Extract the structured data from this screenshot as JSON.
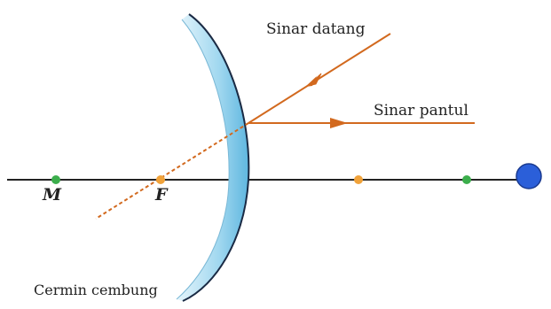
{
  "labels": {
    "incident_ray": "Sinar datang",
    "reflected_ray": "Sinar pantul",
    "mirror": "Cermin cembung",
    "point_m": "M",
    "point_f": "F"
  },
  "colors": {
    "axis": "#222222",
    "ray": "#d2691e",
    "mirror_fill": "#8ecfea",
    "mirror_edge": "#1a2a44",
    "point_green": "#3cae4c",
    "point_orange": "#f0a23a",
    "object": "#2b5fd9"
  }
}
